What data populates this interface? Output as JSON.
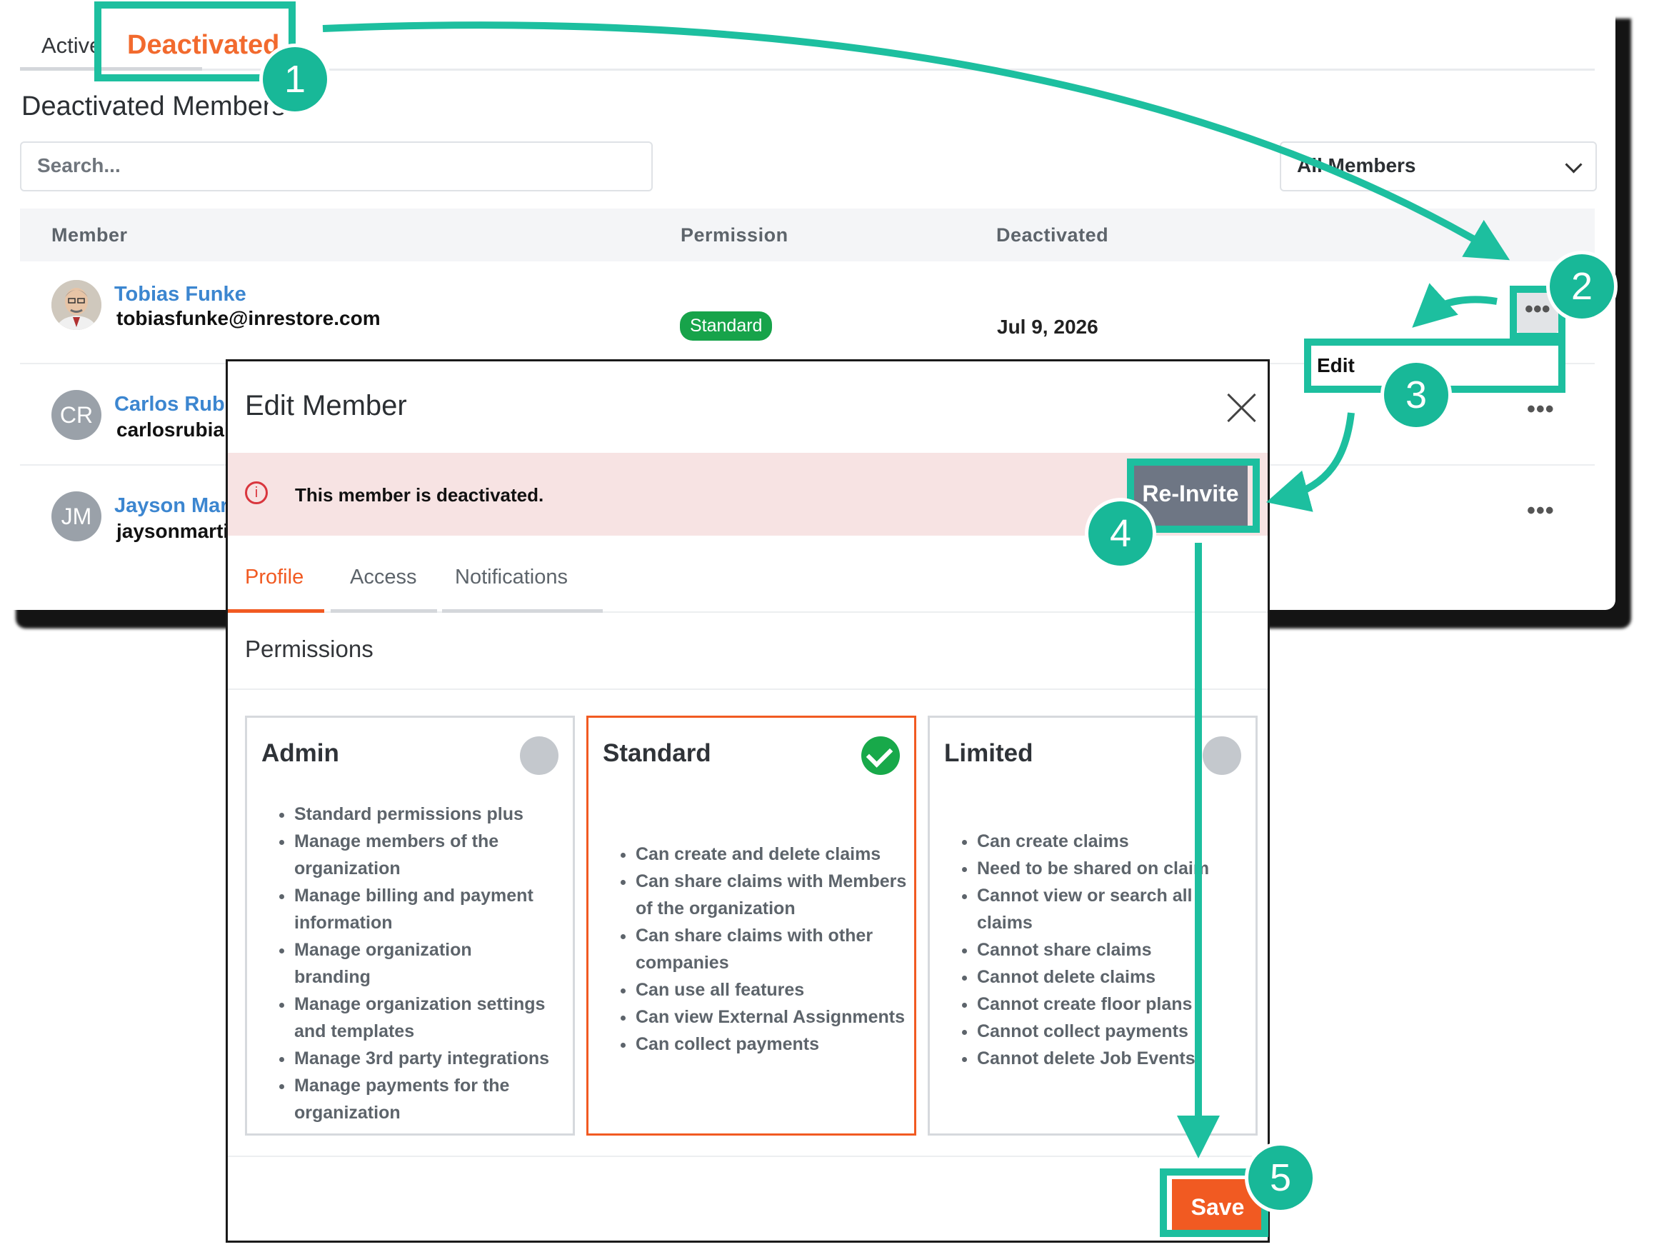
{
  "tabs": {
    "active_label": "Active",
    "deactivated_label": "Deactivated"
  },
  "section_title": "Deactivated Members",
  "search": {
    "placeholder": "Search..."
  },
  "filter": {
    "value": "All Members"
  },
  "table": {
    "headers": {
      "member": "Member",
      "permission": "Permission",
      "deactivated": "Deactivated"
    },
    "rows": [
      {
        "name": "Tobias Funke",
        "email": "tobiasfunke@inrestore.com",
        "permission": "Standard",
        "deactivated": "Jul 9, 2026",
        "avatar": "photo"
      },
      {
        "name": "Carlos Rubia",
        "email": "carlosrubial",
        "initials": "CR"
      },
      {
        "name": "Jayson Mar",
        "email": "jaysonmarti",
        "initials": "JM"
      }
    ],
    "row_menu": {
      "edit_label": "Edit"
    }
  },
  "modal": {
    "title": "Edit Member",
    "alert_text": "This member is deactivated.",
    "reinvite_label": "Re-Invite",
    "tabs": [
      "Profile",
      "Access",
      "Notifications"
    ],
    "permissions_heading": "Permissions",
    "cards": [
      {
        "title": "Admin",
        "selected": false,
        "items": [
          "Standard permissions plus",
          "Manage members of the organization",
          "Manage billing and payment information",
          "Manage organization branding",
          "Manage organization settings and templates",
          "Manage 3rd party integrations",
          "Manage payments for the organization"
        ]
      },
      {
        "title": "Standard",
        "selected": true,
        "items": [
          "Can create and delete claims",
          "Can share claims with Members of the organization",
          "Can share claims with other companies",
          "Can use all features",
          "Can view External Assignments",
          "Can collect payments"
        ]
      },
      {
        "title": "Limited",
        "selected": false,
        "items": [
          "Can create claims",
          "Need to be shared on claim",
          "Cannot view or search all claims",
          "Cannot share claims",
          "Cannot delete claims",
          "Cannot create floor plans",
          "Cannot collect payments",
          "Cannot delete Job Events"
        ]
      }
    ],
    "save_label": "Save"
  },
  "annotations": {
    "steps": [
      "1",
      "2",
      "3",
      "4",
      "5"
    ]
  },
  "colors": {
    "accent": "#f15a22",
    "annotation": "#1dbf9f",
    "success": "#18a94a",
    "link": "#3c86d0"
  }
}
